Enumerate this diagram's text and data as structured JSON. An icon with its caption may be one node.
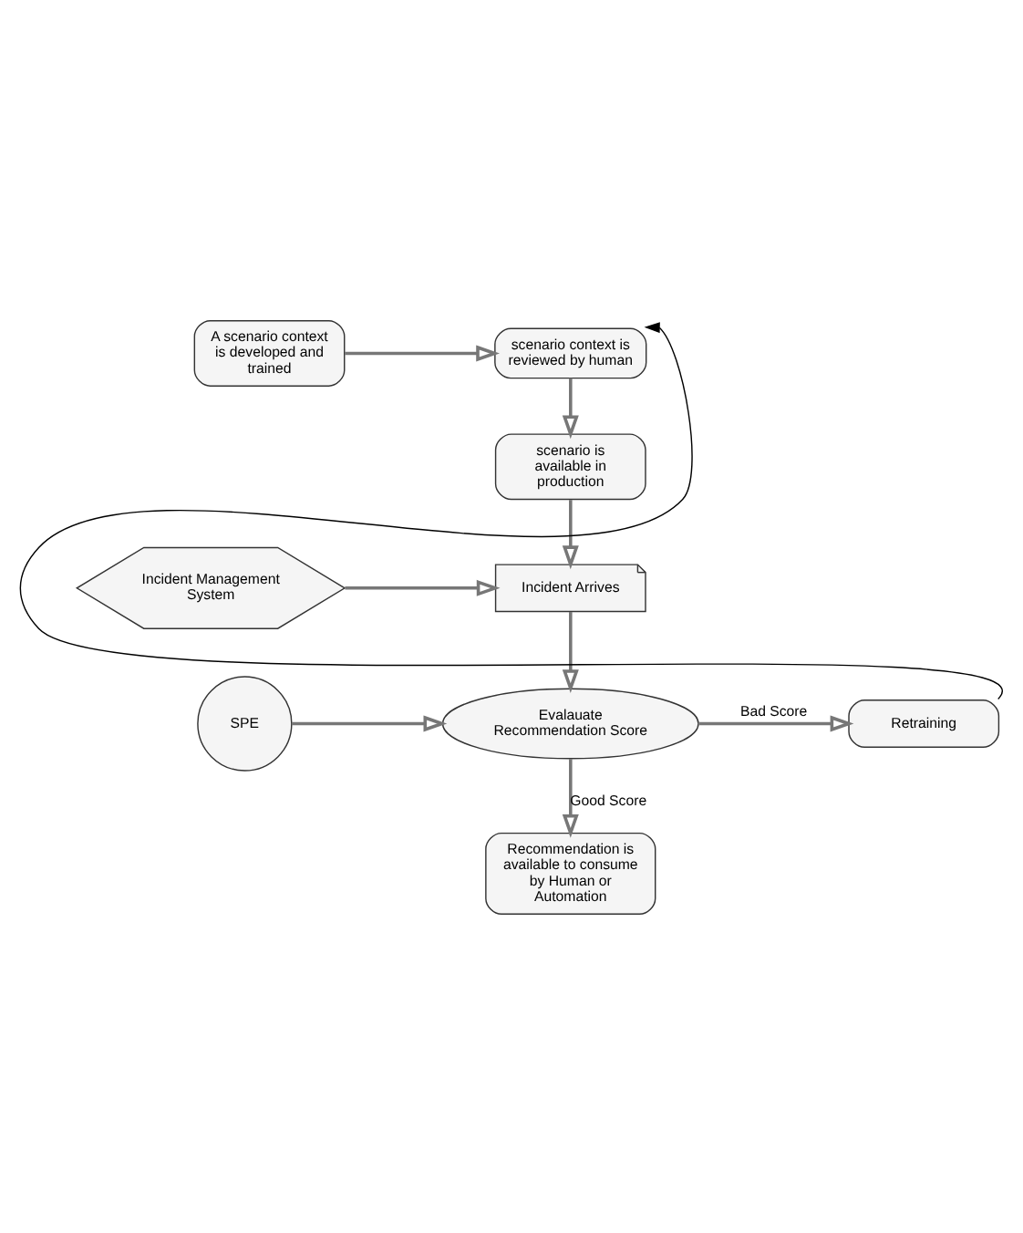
{
  "diagram": {
    "nodes": [
      {
        "text": [
          "A scenario context is developed and trained"
        ]
      },
      {
        "text": [
          "scenario context is reviewed by human"
        ]
      },
      {
        "text": [
          "scenario is available in production"
        ]
      },
      {
        "text": [
          "Incident Management System"
        ]
      },
      {
        "text": [
          "Incident Arrives"
        ]
      },
      {
        "text": [
          "SPE"
        ]
      },
      {
        "text": [
          "Evalauate Recommendation Score"
        ]
      },
      {
        "text": [
          "Retraining"
        ]
      },
      {
        "text": [
          "Recommendation is available to consume by Human or Automation"
        ]
      }
    ],
    "edges": [
      {
        "from": 0,
        "to": 1,
        "arrow": "to"
      },
      {
        "from": 1,
        "to": 2,
        "arrow": "to"
      },
      {
        "from": 2,
        "to": 4,
        "arrow": "to"
      },
      {
        "from": 3,
        "to": 4,
        "arrow": "to"
      },
      {
        "from": 4,
        "to": 6,
        "arrow": "to"
      },
      {
        "from": 5,
        "to": 6,
        "arrow": "to"
      },
      {
        "from": 6,
        "to": 7,
        "arrow": "to",
        "label": "Bad Score"
      },
      {
        "from": 6,
        "to": 8,
        "arrow": "to",
        "label": "Good Score"
      },
      {
        "from": 7,
        "to": 1,
        "arrow": "to",
        "color": "#000000"
      }
    ]
  }
}
